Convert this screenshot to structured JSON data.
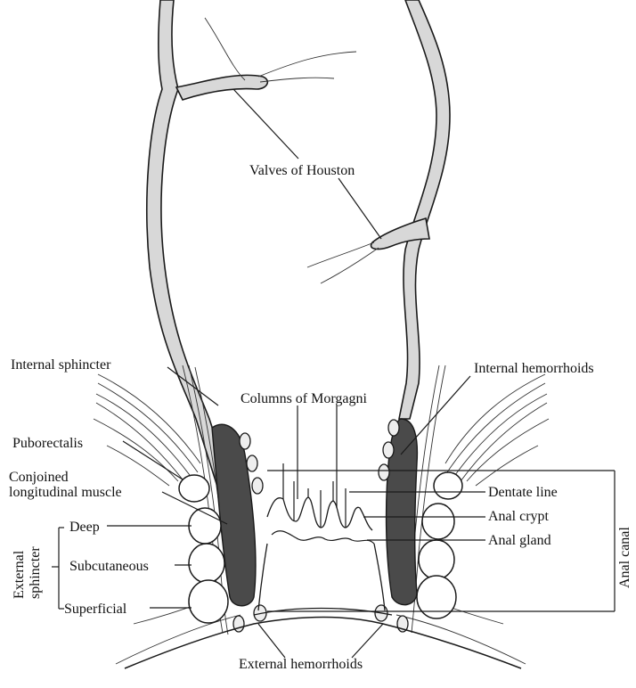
{
  "labels": {
    "valves_of_houston": "Valves of Houston",
    "internal_sphincter": "Internal sphincter",
    "internal_hemorrhoids": "Internal hemorrhoids",
    "columns_of_morgagni": "Columns of Morgagni",
    "puborectalis": "Puborectalis",
    "conjoined_line1": "Conjoined",
    "conjoined_line2": "longitudinal muscle",
    "dentate_line": "Dentate line",
    "anal_crypt": "Anal crypt",
    "anal_gland": "Anal gland",
    "anal_canal": "Anal canal",
    "external_sphincter_line1": "External",
    "external_sphincter_line2": "sphincter",
    "deep": "Deep",
    "subcutaneous": "Subcutaneous",
    "superficial": "Superficial",
    "external_hemorrhoids": "External hemorrhoids"
  },
  "colors": {
    "ink": "#1a1a1a",
    "wall_fill": "#d8d8d8",
    "muscle_dark": "#4a4a4a",
    "background": "#ffffff"
  }
}
